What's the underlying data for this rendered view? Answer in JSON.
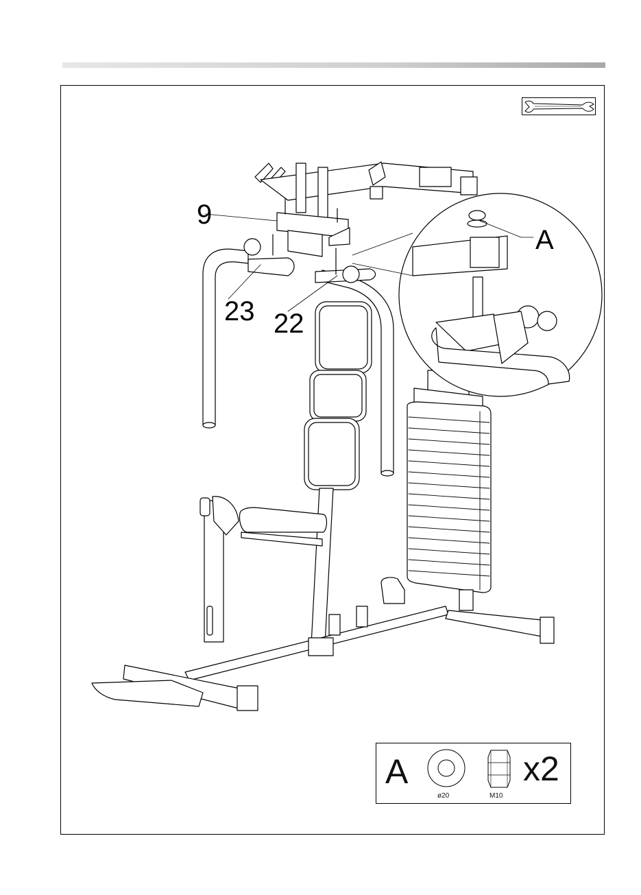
{
  "callouts": {
    "part_9": "9",
    "part_23": "23",
    "part_22": "22",
    "detail_a": "A"
  },
  "hardware": {
    "letter": "A",
    "quantity": "x2",
    "washer_label": "ø20",
    "nut_label": "M10"
  },
  "icons": {
    "tool": "wrench-icon",
    "washer": "washer-icon",
    "nut": "hex-nut-icon"
  }
}
